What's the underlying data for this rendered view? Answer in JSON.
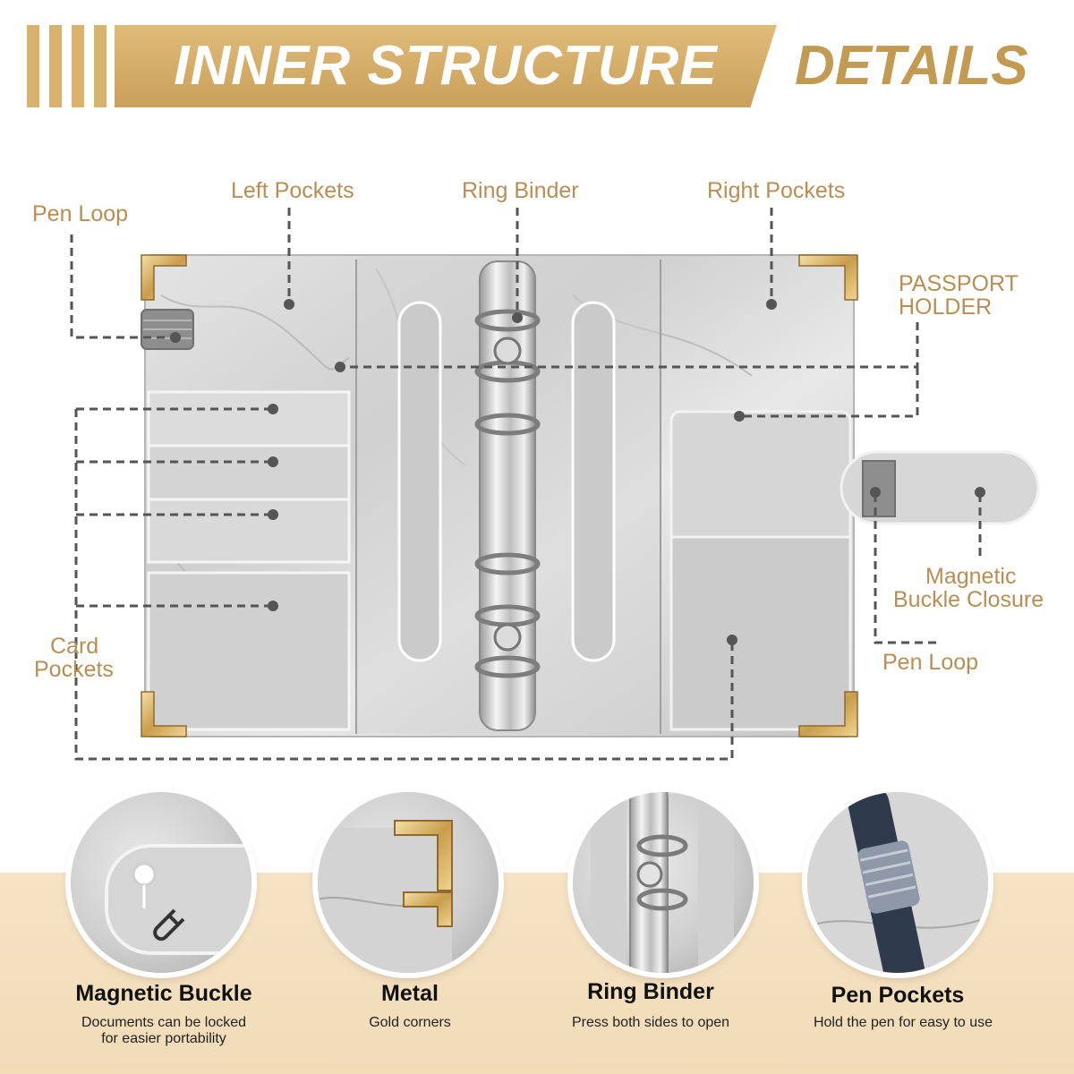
{
  "banner": {
    "title": "INNER STRUCTURE",
    "subtitle": "DETAILS",
    "accent_color": "#d9b26e"
  },
  "callouts": {
    "pen_loop_left": "Pen Loop",
    "left_pockets": "Left Pockets",
    "ring_binder": "Ring Binder",
    "right_pockets": "Right Pockets",
    "passport_holder_line1": "PASSPORT",
    "passport_holder_line2": "HOLDER",
    "magnetic_buckle_line1": "Magnetic",
    "magnetic_buckle_line2": "Buckle Closure",
    "pen_loop_right": "Pen Loop",
    "card_pockets_line1": "Card",
    "card_pockets_line2": "Pockets"
  },
  "features": [
    {
      "title": "Magnetic Buckle",
      "desc_line1": "Documents can be locked",
      "desc_line2": "for easier portability",
      "icon": "magnet-icon"
    },
    {
      "title": "Metal",
      "desc_line1": "Gold corners",
      "desc_line2": "",
      "icon": "gold-corner-icon"
    },
    {
      "title": "Ring Binder",
      "desc_line1": "Press both sides to open",
      "desc_line2": "",
      "icon": "ring-binder-icon"
    },
    {
      "title": "Pen Pockets",
      "desc_line1": "Hold the pen for easy  to use",
      "desc_line2": "",
      "icon": "pen-loop-icon"
    }
  ],
  "colors": {
    "label_gold": "#b88e54",
    "marble": "#d8d8d8",
    "bottom_band": "#f3dfbd"
  }
}
